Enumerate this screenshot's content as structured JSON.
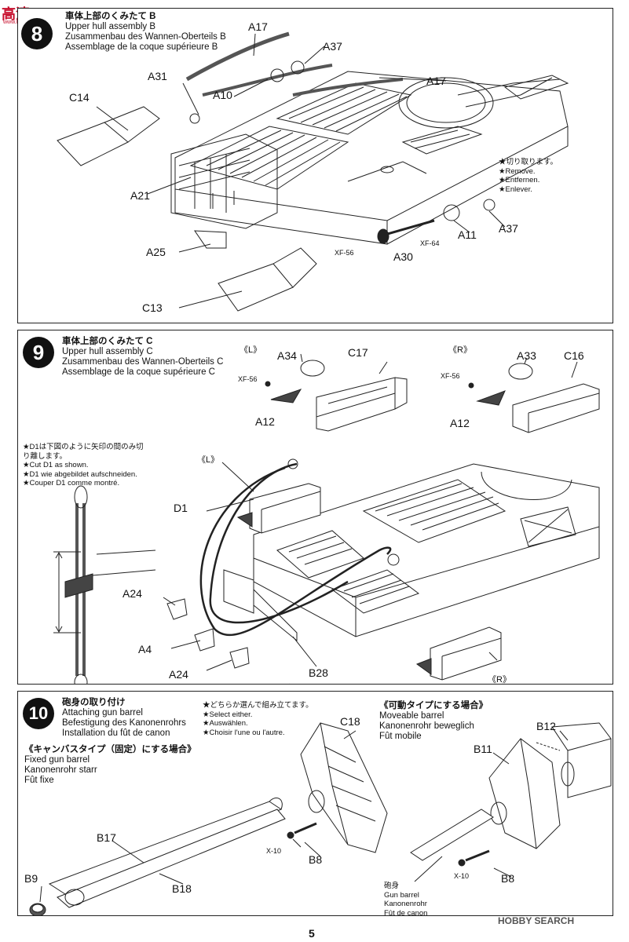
{
  "top_logo": {
    "text": "高清",
    "sub": "www.hobbysearch.com"
  },
  "step8": {
    "number": "8",
    "title_jp": "車体上部のくみたて B",
    "title_en": "Upper hull assembly B",
    "title_de": "Zusammenbau des Wannen-Oberteils B",
    "title_fr": "Assemblage de la coque supérieure B",
    "labels": {
      "a17_top": "A17",
      "a37_top": "A37",
      "a31": "A31",
      "a10": "A10",
      "a17_right": "A17",
      "c14": "C14",
      "a21": "A21",
      "a25": "A25",
      "c13": "C13",
      "a11": "A11",
      "a37_right": "A37",
      "a30": "A30",
      "xf56": "XF-56",
      "xf64": "XF-64"
    },
    "remove_note": [
      "★切り取ります。",
      "★Remove.",
      "★Entfernen.",
      "★Enlever."
    ]
  },
  "step9": {
    "number": "9",
    "title_jp": "車体上部のくみたて C",
    "title_en": "Upper hull assembly C",
    "title_de": "Zusammenbau des Wannen-Oberteils C",
    "title_fr": "Assemblage de la coque supérieure C",
    "left_group": "《L》",
    "right_group": "《R》",
    "labels": {
      "a34": "A34",
      "c17": "C17",
      "xf56_l": "XF-56",
      "a12_l": "A12",
      "a33": "A33",
      "c16": "C16",
      "xf56_r": "XF-56",
      "a12_r": "A12",
      "l_mark": "《L》",
      "d1": "D1",
      "a24_a": "A24",
      "a4": "A4",
      "a24_b": "A24",
      "b28": "B28",
      "r_mark": "《R》"
    },
    "cut_note": [
      "★D1は下図のように矢印の間のみ切",
      "り離します。",
      "★Cut D1 as shown.",
      "★D1 wie abgebildet aufschneiden.",
      "★Couper D1 comme montré."
    ]
  },
  "step10": {
    "number": "10",
    "title_jp": "砲身の取り付け",
    "title_en": "Attaching gun barrel",
    "title_de": "Befestigung des Kanonenrohrs",
    "title_fr": "Installation du fût de canon",
    "select_note": [
      "★どちらか選んで組み立てます。",
      "★Select either.",
      "★Auswählen.",
      "★Choisir l'une ou l'autre."
    ],
    "fixed": [
      "《キャンバスタイプ（固定）にする場合》",
      "Fixed gun barrel",
      "Kanonenrohr starr",
      "Fût fixe"
    ],
    "moveable": [
      "《可動タイプにする場合》",
      "Moveable barrel",
      "Kanonenrohr beweglich",
      "Fût mobile"
    ],
    "labels": {
      "c18": "C18",
      "b17": "B17",
      "b9": "B9",
      "b18": "B18",
      "x10_l": "X-10",
      "b8_l": "B8",
      "b12": "B12",
      "b11": "B11",
      "x10_r": "X-10",
      "b8_r": "B8"
    },
    "gun_barrel": [
      "砲身",
      "Gun barrel",
      "Kanonenrohr",
      "Fût de canon"
    ]
  },
  "page_number": "5",
  "watermark": "HOBBY SEARCH"
}
